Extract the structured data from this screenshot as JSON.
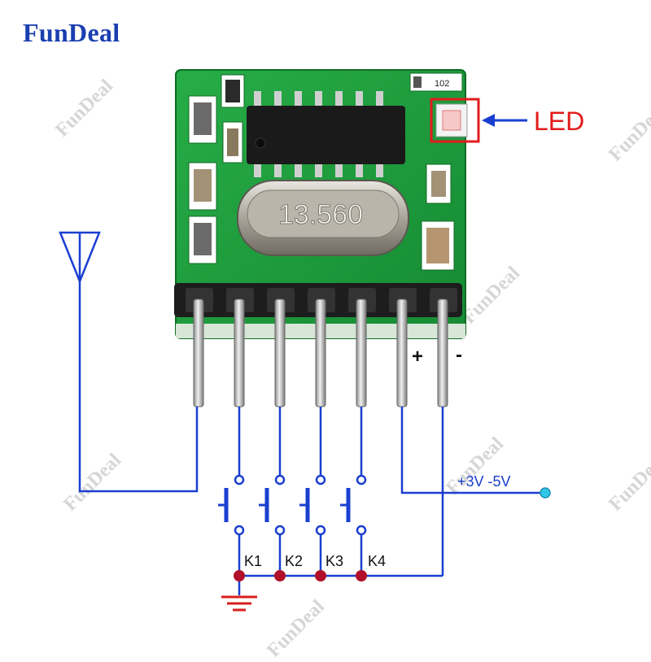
{
  "brand": {
    "name": "FunDeal"
  },
  "watermark": {
    "text": "FunDeal"
  },
  "module": {
    "chip_ic_label": "102",
    "crystal_label": "13.560",
    "led_label": "LED",
    "plus_label": "+",
    "minus_label": "-"
  },
  "wiring": {
    "power_label": "+3V -5V",
    "keys": [
      "K1",
      "K2",
      "K3",
      "K4"
    ]
  },
  "colors": {
    "pcb": "#1e9a3c",
    "pcb_dark": "#127a2a",
    "wire": "#1a3fd0",
    "node": "#b0102a",
    "led_box": "#e21b1b",
    "ground": "#d81e1e",
    "terminal": "#2fc6e8"
  }
}
